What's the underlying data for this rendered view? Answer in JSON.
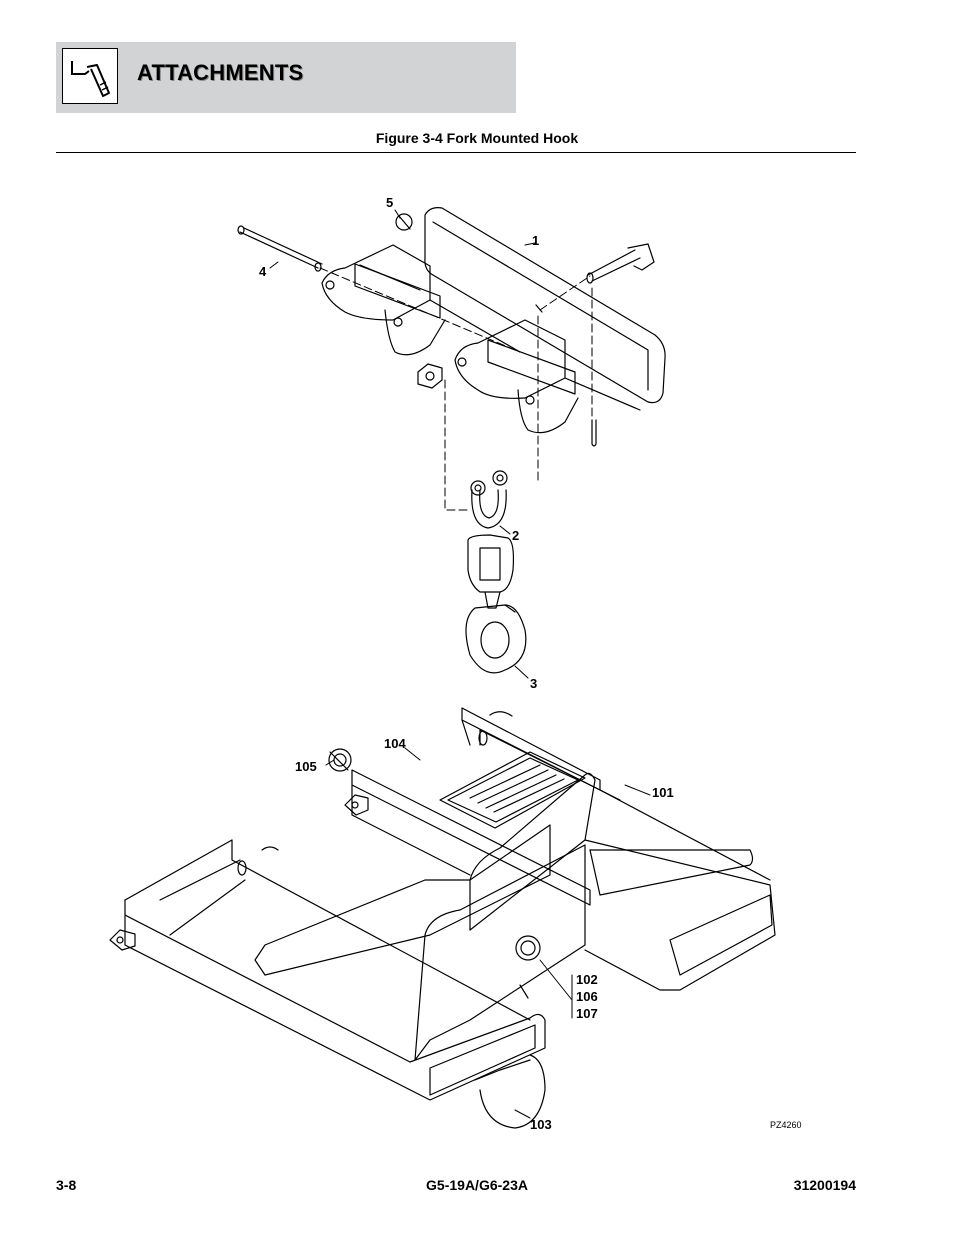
{
  "header": {
    "title": "ATTACHMENTS",
    "icon": "hook-wrench-icon"
  },
  "figure": {
    "caption": "Figure 3-4 Fork Mounted Hook",
    "callouts": [
      "1",
      "2",
      "3",
      "4",
      "5",
      "101",
      "102",
      "103",
      "104",
      "105",
      "106",
      "107"
    ],
    "drawing_id": "PZ4260"
  },
  "footer": {
    "page": "3-8",
    "model": "G5-19A/G6-23A",
    "doc_number": "31200194"
  }
}
